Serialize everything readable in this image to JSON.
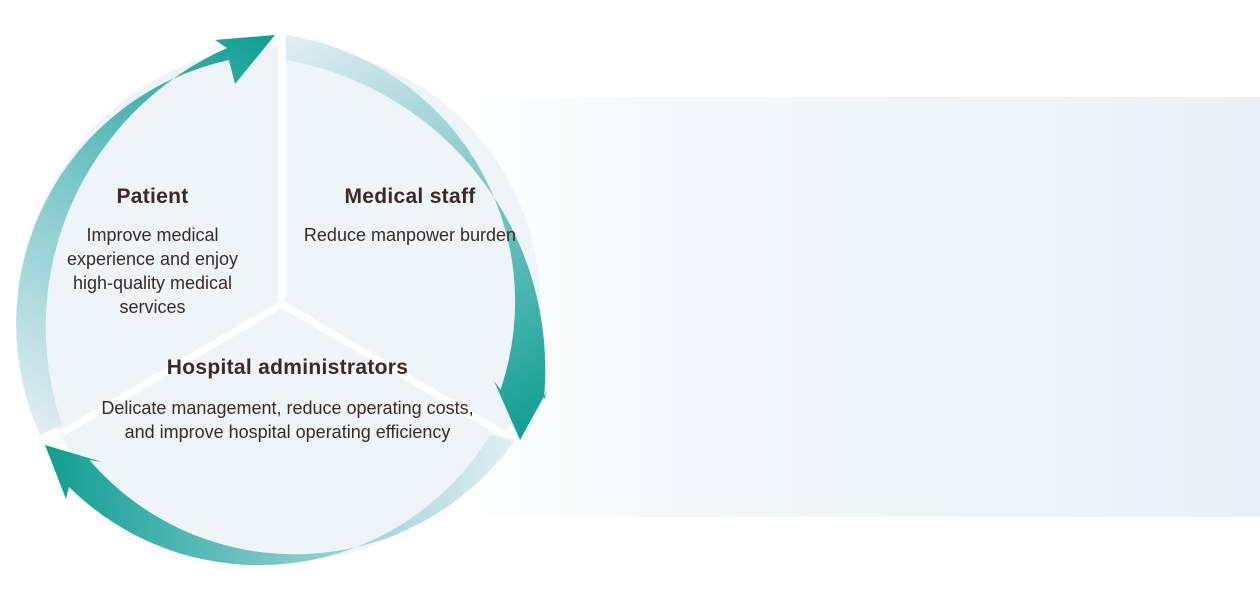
{
  "diagram": {
    "segments": [
      {
        "id": "patient",
        "title": "Patient",
        "description": "Improve medical experience and enjoy high-quality medical services"
      },
      {
        "id": "medical-staff",
        "title": "Medical staff",
        "description": "Reduce manpower burden"
      },
      {
        "id": "hospital-administrators",
        "title": "Hospital administrators",
        "description": "Delicate management, reduce operating costs, and improve hospital operating efficiency"
      }
    ],
    "colors": {
      "accent_teal": "#0f9e92",
      "light_teal": "#d4e8ef",
      "text_brown": "#3d2a22",
      "sector_fill": "#eef4f8"
    }
  }
}
